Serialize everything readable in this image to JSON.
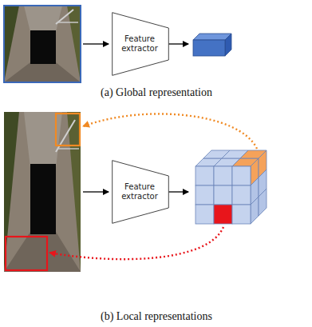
{
  "diagram": {
    "nodes": [
      {
        "text": [
          "Feature extractor"
        ]
      },
      {
        "text": [
          "Feature extractor"
        ]
      }
    ],
    "labels": [
      "(a) Global representation",
      "(b) Local representations"
    ]
  }
}
